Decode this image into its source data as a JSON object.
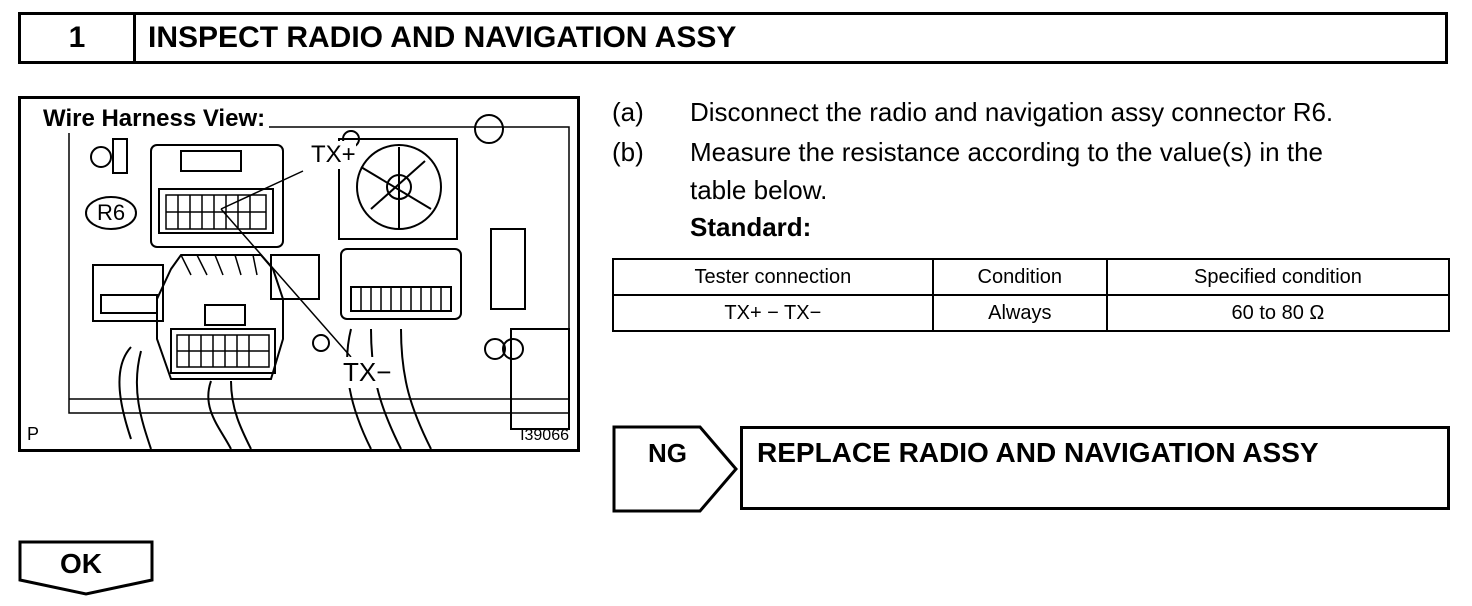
{
  "step": {
    "number": "1",
    "title": "INSPECT RADIO AND NAVIGATION ASSY"
  },
  "figure": {
    "title": "Wire Harness View:",
    "labels": {
      "connector": "R6",
      "pin_plus": "TX+",
      "pin_minus": "TX−"
    },
    "corner_mark": "P",
    "code": "I39066"
  },
  "instructions": [
    {
      "label": "(a)",
      "text": "Disconnect the radio and navigation assy connector R6."
    },
    {
      "label": "(b)",
      "text": "Measure the resistance according to the value(s) in the"
    },
    {
      "label": "",
      "text": "table below."
    }
  ],
  "standard_label": "Standard:",
  "table": {
    "headers": [
      "Tester connection",
      "Condition",
      "Specified condition"
    ],
    "rows": [
      [
        "TX+ − TX−",
        "Always",
        "60 to 80 Ω"
      ]
    ]
  },
  "ng": {
    "label": "NG",
    "action": "REPLACE RADIO AND NAVIGATION ASSY"
  },
  "ok": {
    "label": "OK"
  }
}
